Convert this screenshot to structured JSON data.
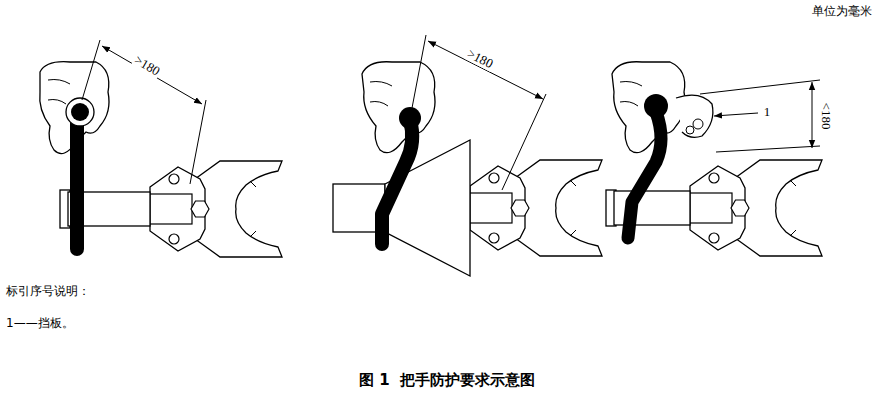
{
  "diagram": {
    "caption": "图 1  把手防护要求示意图",
    "labels": [
      "单位为毫米",
      ">180",
      ">180",
      "<180",
      "1",
      "标引序号说明：",
      "1——挡板。"
    ]
  }
}
